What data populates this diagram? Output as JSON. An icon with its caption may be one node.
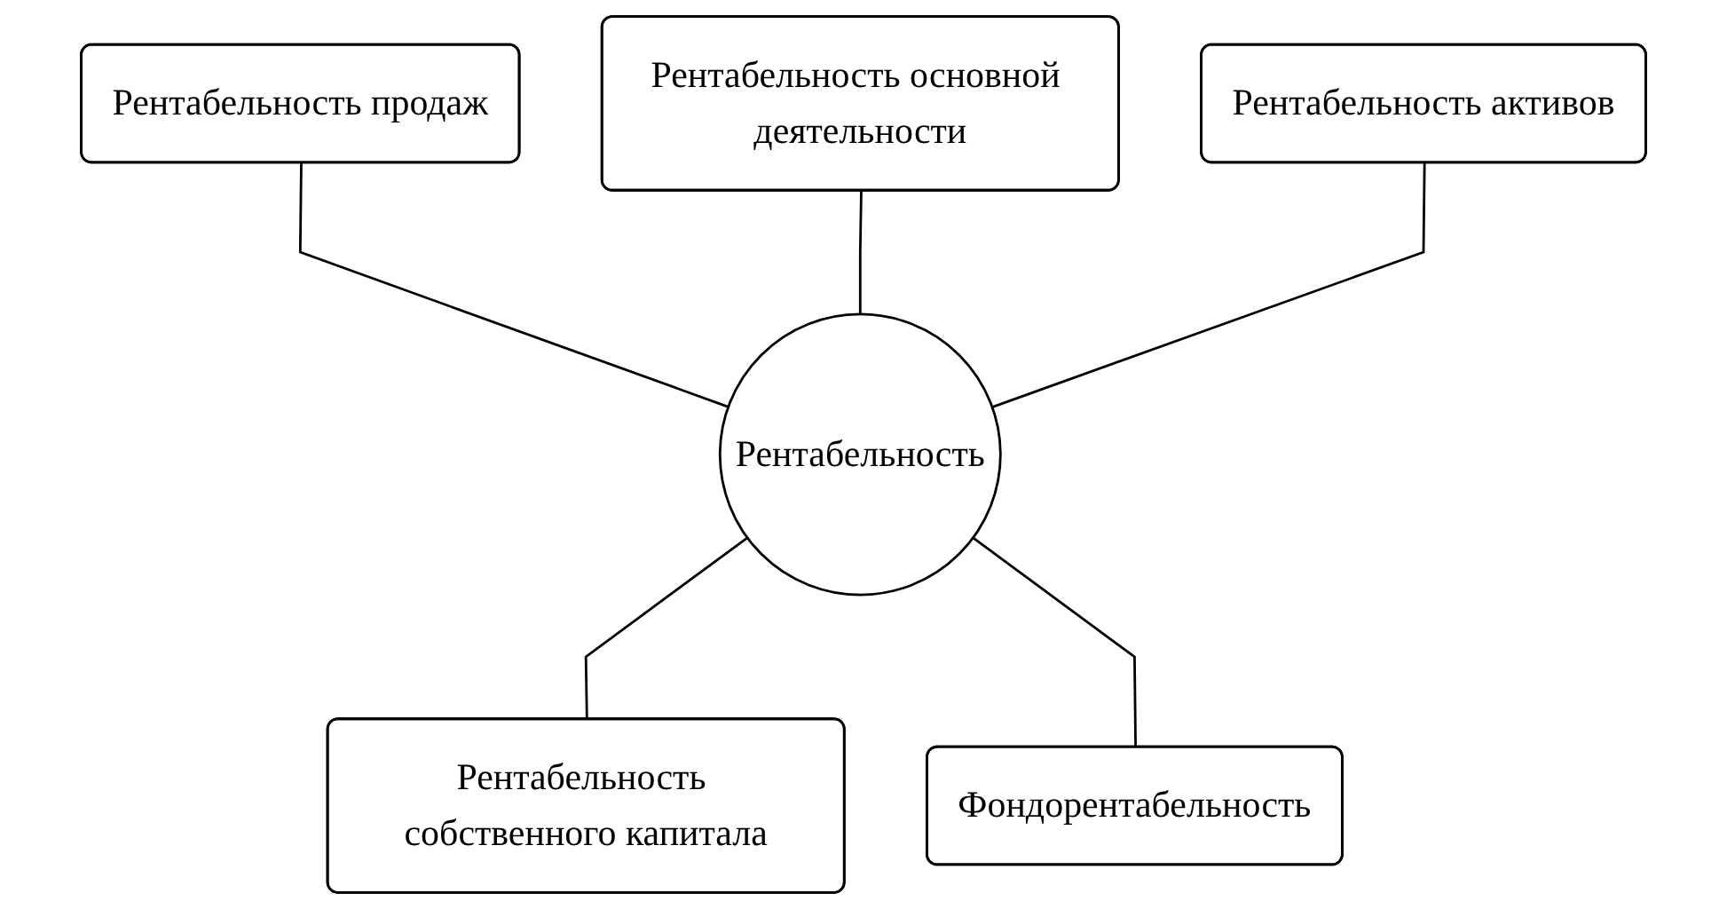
{
  "diagram": {
    "nodes": [
      {
        "text": [
          "Рентабельность продаж"
        ]
      },
      {
        "text": [
          "Рентабельность основной деятельности"
        ]
      },
      {
        "text": [
          "Рентабельность активов"
        ]
      },
      {
        "text": [
          "Рентабельность"
        ]
      },
      {
        "text": [
          "Рентабельность собственного капитала"
        ]
      },
      {
        "text": [
          "Фондорентабельность"
        ]
      }
    ],
    "edges": [
      {
        "from": 0,
        "to": 3,
        "arrow": "none"
      },
      {
        "from": 1,
        "to": 3,
        "arrow": "none"
      },
      {
        "from": 2,
        "to": 3,
        "arrow": "none"
      },
      {
        "from": 3,
        "to": 4,
        "arrow": "none"
      },
      {
        "from": 3,
        "to": 5,
        "arrow": "none"
      }
    ]
  }
}
